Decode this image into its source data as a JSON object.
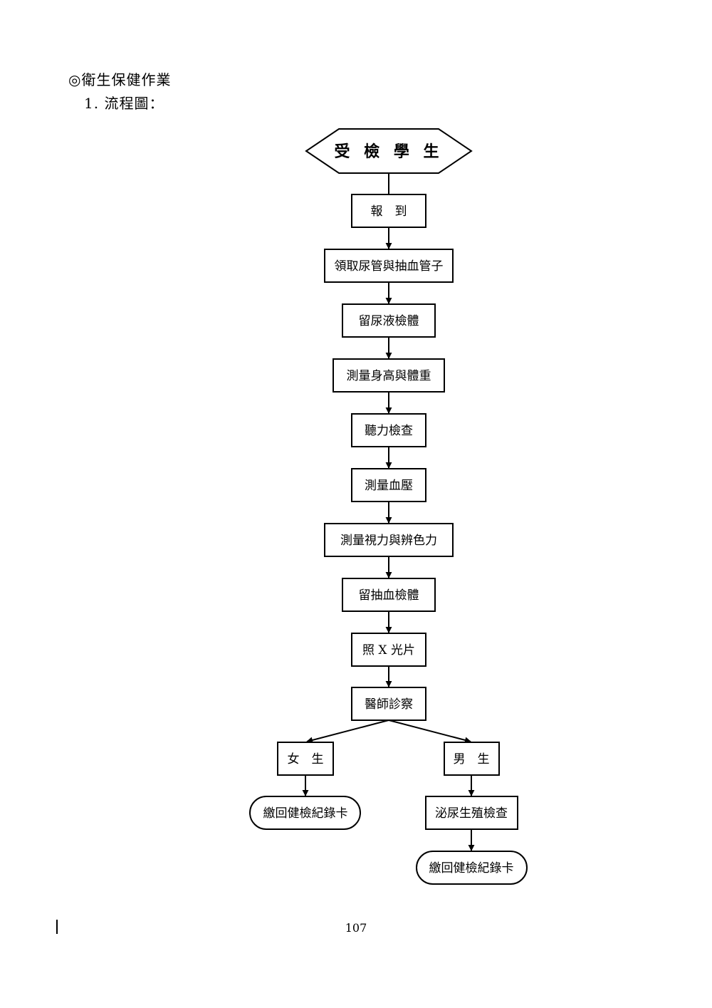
{
  "header": {
    "title": "◎衛生保健作業",
    "subtitle": "1. 流程圖："
  },
  "flowchart": {
    "start": "受 檢 學 生",
    "steps": [
      "報　到",
      "領取尿管與抽血管子",
      "留尿液檢體",
      "測量身高與體重",
      "聽力檢查",
      "測量血壓",
      "測量視力與辨色力",
      "留抽血檢體",
      "照 X 光片",
      "醫師診察"
    ],
    "branches": {
      "female": {
        "label": "女　生",
        "end": "繳回健檢紀錄卡"
      },
      "male": {
        "label": "男　生",
        "exam": "泌尿生殖檢查",
        "end": "繳回健檢紀錄卡"
      }
    }
  },
  "footer": {
    "page_number": "107"
  }
}
